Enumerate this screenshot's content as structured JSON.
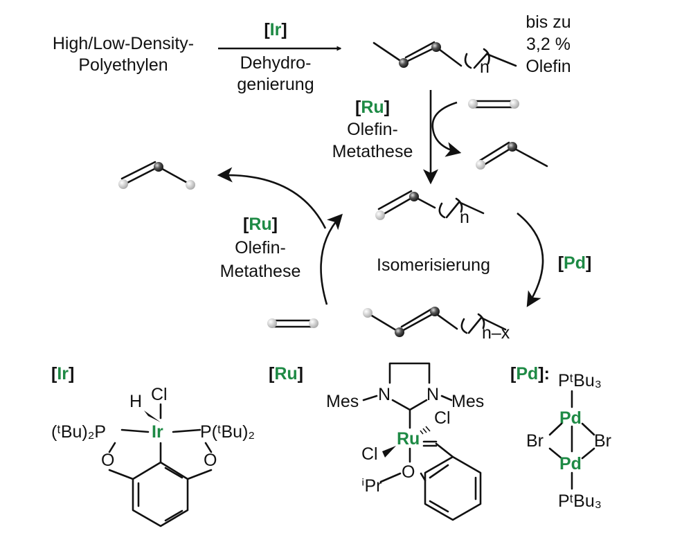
{
  "labels": {
    "start_line1": "High/Low-Density-",
    "start_line2": "Polyethylen",
    "ir": "Ir",
    "step1_line1": "Dehydro-",
    "step1_line2": "genierung",
    "yield_line1": "bis zu",
    "yield_line2": "3,2 %",
    "yield_line3": "Olefin",
    "n": "n",
    "ru": "Ru",
    "step2_line1": "Olefin-",
    "step2_line2": "Metathese",
    "isomer": "Isomerisierung",
    "pd": "Pd",
    "nx": "n–x"
  },
  "catalysts": {
    "ir_title": "Ir",
    "ru_title": "Ru",
    "pd_title": "Pd",
    "ir": {
      "h": "H",
      "cl": "Cl",
      "metal": "Ir",
      "p_left": "(ᵗBu)₂P",
      "p_right": "P(ᵗBu)₂",
      "o": "O"
    },
    "ru": {
      "n": "N",
      "mes": "Mes",
      "metal": "Ru",
      "cl": "Cl",
      "o": "O",
      "ipr": "ⁱPr"
    },
    "pd": {
      "metal": "Pd",
      "br": "Br",
      "ligand": "PᵗBu₃"
    }
  },
  "colors": {
    "metal": "#1e8a45",
    "text": "#111111"
  }
}
